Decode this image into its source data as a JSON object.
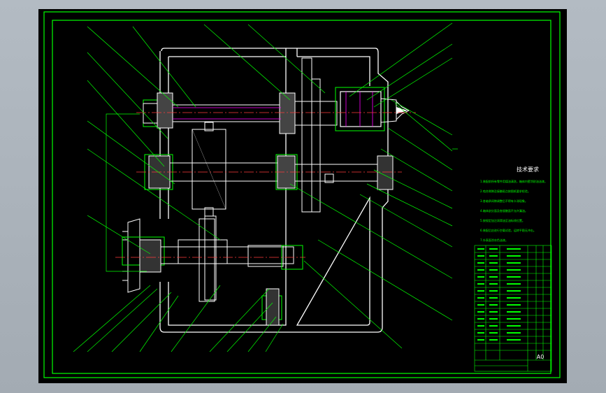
{
  "drawing": {
    "notes_title": "技术要求",
    "sheet_size": "A0",
    "colors": {
      "background": "#000000",
      "frame": "#00ff00",
      "outline": "#ffffff",
      "centerline": "#ff3b3b",
      "hidden": "#ff00ff",
      "leader": "#00ff00",
      "viewport": "#aab2ba"
    },
    "notes": [
      "1.装配前所有零件用煤油清洗，箱体内壁涂耐油油漆。",
      "2.啮合侧隙及接触斑点按图纸要求检验。",
      "3.各轴承间隙调整后不得有卡滞现象。",
      "4.箱体剖分面及各接触面不允许漏油。",
      "5.按规定加注润滑油至油标线位置。",
      "6.装配后应进行空载试验，运转平稳无冲击。",
      "7.外表面涂灰色油漆。"
    ]
  }
}
